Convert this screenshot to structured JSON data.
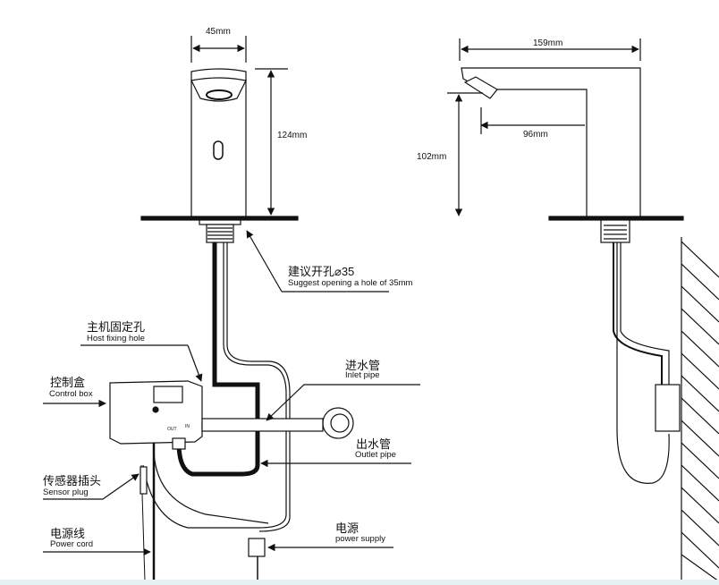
{
  "dimensions": {
    "width_top": "45mm",
    "height_front": "124mm",
    "length_side": "159mm",
    "spout_reach": "96mm",
    "height_side": "102mm"
  },
  "labels": {
    "hole": {
      "zh": "建议开孔⌀35",
      "en": "Suggest opening a hole of 35mm"
    },
    "host_fixing": {
      "zh": "主机固定孔",
      "en": "Host fixing hole"
    },
    "control_box": {
      "zh": "控制盒",
      "en": "Control box"
    },
    "inlet": {
      "zh": "进水管",
      "en": "Inlet pipe"
    },
    "outlet": {
      "zh": "出水管",
      "en": "Outlet pipe"
    },
    "sensor_plug": {
      "zh": "传感器插头",
      "en": "Sensor plug"
    },
    "power_cord": {
      "zh": "电源线",
      "en": "Power cord"
    },
    "power_supply": {
      "zh": "电源",
      "en": "power supply"
    },
    "box_out": "OUT",
    "box_in": "IN"
  },
  "colors": {
    "line": "#111111",
    "bottom_strip": "#e6f2f1"
  }
}
